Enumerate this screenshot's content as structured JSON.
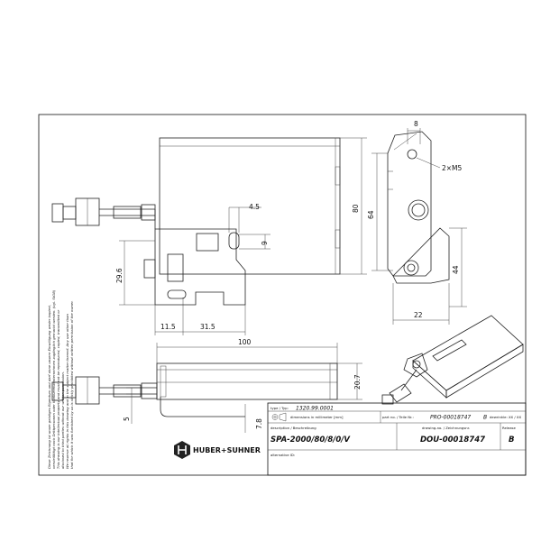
{
  "dimensions": {
    "top_width": "8",
    "thread": "2×M5",
    "front_height": "80",
    "side_height": "64",
    "side_lower": "44",
    "side_width": "22",
    "hole_pos": "4.5",
    "hole_gap": "9",
    "left_height": "29.6",
    "bottom_left": "11.5",
    "bottom_mid": "31.5",
    "overall_width": "100",
    "body_height": "20.7",
    "cable_offset": "5",
    "flange": "7.8"
  },
  "title_block": {
    "type_label": "type / Typ:",
    "type_value": "1320.99.0001",
    "units_note": "dimensions in millimeter [mm]",
    "part_label": "part no. / Teile Nr.:",
    "part_value": "PRO-00018747",
    "part_rev": "B",
    "part_rev_note": "dewrinkle: XX / XX",
    "description_label": "description / Beschreibung",
    "description_value": "SPA-2000/80/8/0/V",
    "drawing_label": "drawing-no. / Zeichnungsnr.",
    "drawing_value": "DOU-00018747",
    "release_label": "Release",
    "release_value": "B",
    "alternative_label": "alternative ID:"
  },
  "company": {
    "name": "HUBER+SUHNER"
  },
  "legal_note": {
    "line1": "Diese Zeichnung ist unser geistiges Eigentum und darf ohne unsere Einwilligung weder kopiert,",
    "line2": "vervielfältigt noch Drittpersonen oder Konkurrenzunternehmen zugänglich gemacht werden. (vgl. StGB)",
    "line3": "This drawing is our intellectual property and must not be reproduced, copied, transmitted or",
    "line4": "disclosed to third parties without our written permission.",
    "line5": "We reserve all rights in this drawing and in the subject matter thereof. Any use other than",
    "line6": "that for which it was furnished by us is strictly prohibited without written permission of the owner."
  }
}
